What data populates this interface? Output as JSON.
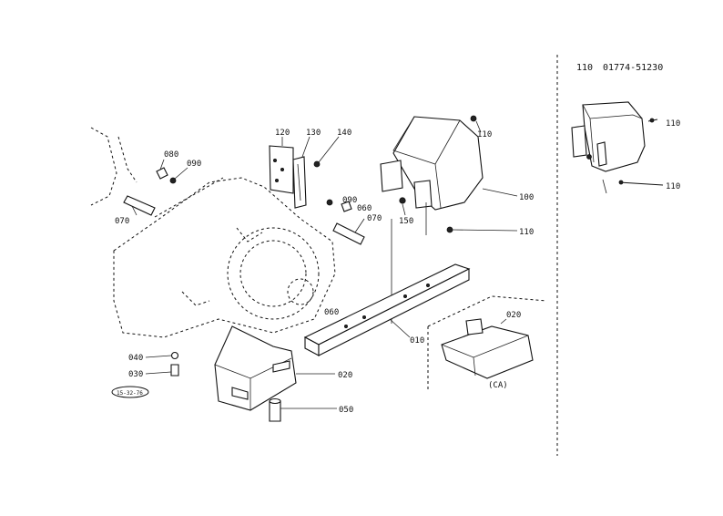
{
  "side_panel": {
    "ref_no": "110",
    "part_number": "01774-51230",
    "labels": [
      "110",
      "110"
    ]
  },
  "callouts": {
    "c010": "010",
    "c020": "020",
    "c020ca": "020",
    "c030": "030",
    "c040": "040",
    "c050": "050",
    "c060": "060",
    "c060b": "060",
    "c070a": "070",
    "c070b": "070",
    "c080": "080",
    "c090a": "090",
    "c090b": "090",
    "c100": "100",
    "c110a": "110",
    "c110b": "110",
    "c120": "120",
    "c130": "130",
    "c140": "140",
    "c150": "150"
  },
  "variant_label": "(CA)",
  "stamp": "15-32-76"
}
